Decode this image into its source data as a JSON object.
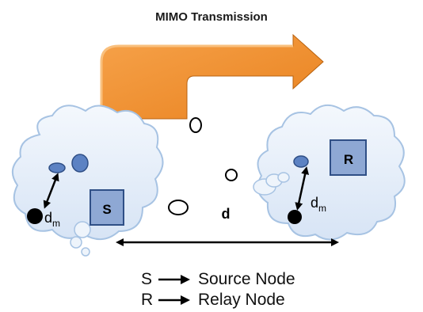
{
  "title": "MIMO Transmission",
  "labels": {
    "source_node": "S",
    "relay_node": "R",
    "distance": "d",
    "cluster_distance_main": "d",
    "cluster_distance_sub": "m"
  },
  "legend": [
    {
      "key": "S",
      "text": "Source Node"
    },
    {
      "key": "R",
      "text": "Relay Node"
    }
  ],
  "colors": {
    "arrow_orange": "#ef8f2f",
    "arrow_shadow": "#c46d17",
    "cloud_fill": "#e5eef9",
    "cloud_stroke": "#a7c3e3",
    "node_blue": "#5c82c3",
    "node_box": "#7f9ccc"
  }
}
